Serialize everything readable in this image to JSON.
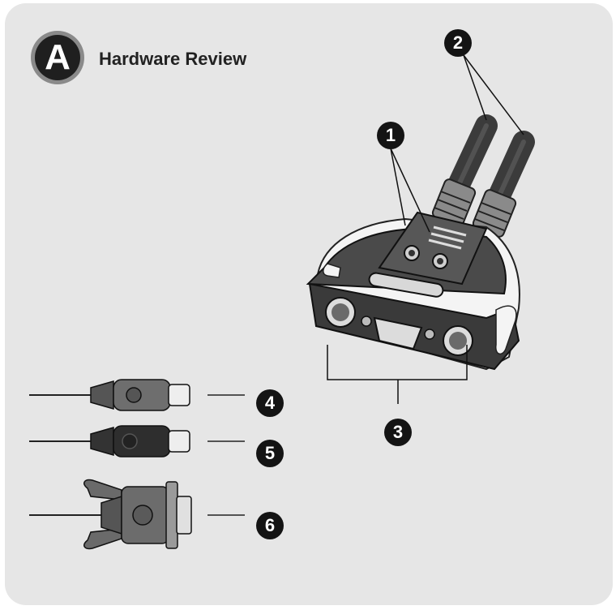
{
  "header": {
    "badge_letter": "A",
    "title": "Hardware Review"
  },
  "callouts": [
    {
      "id": "1",
      "label": "1"
    },
    {
      "id": "2",
      "label": "2"
    },
    {
      "id": "3",
      "label": "3"
    },
    {
      "id": "4",
      "label": "4"
    },
    {
      "id": "5",
      "label": "5"
    },
    {
      "id": "6",
      "label": "6"
    }
  ],
  "colors": {
    "panel": "#e6e6e6",
    "badge": "#1f1f1f",
    "callout": "#141414",
    "device_dark": "#3a3a3a",
    "device_light": "#f4f4f4"
  }
}
